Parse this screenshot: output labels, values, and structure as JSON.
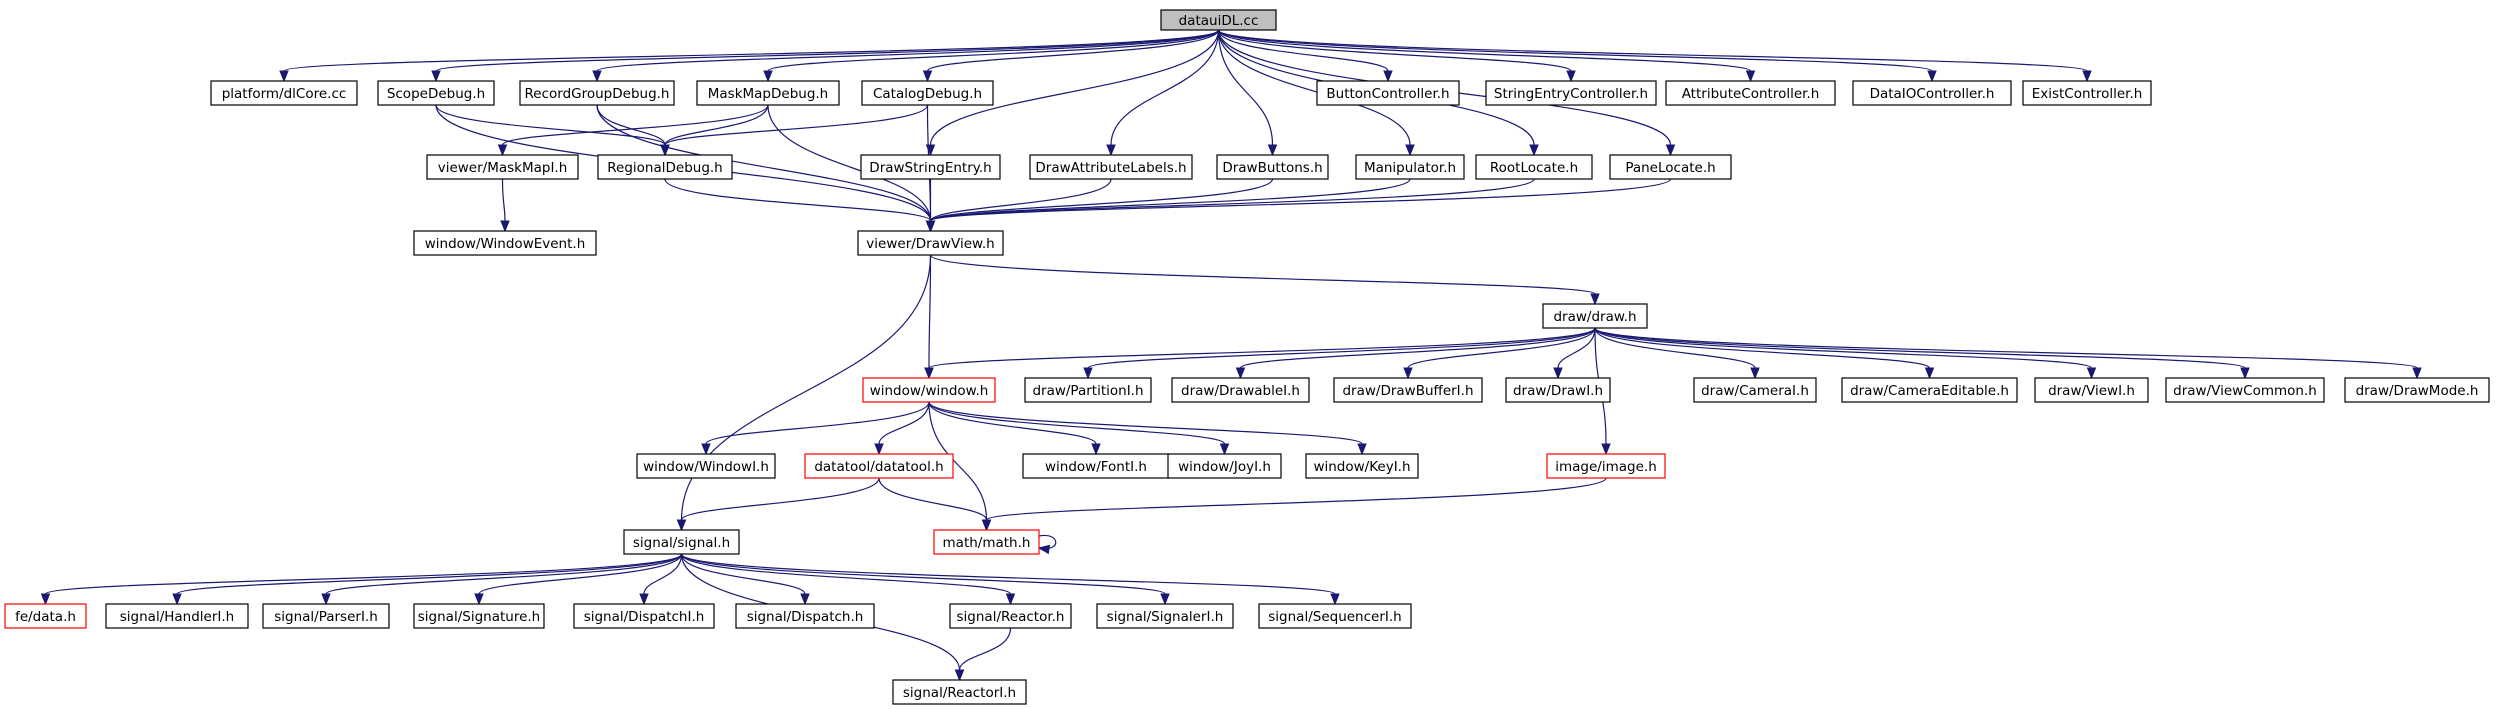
{
  "root": "datauiDL.cc",
  "colors": {
    "edge": "#191970",
    "root_fill": "#bfbfbf",
    "node_border": "#000000",
    "missing_border": "#ff0000"
  },
  "nodes": [
    {
      "id": "n0",
      "label": "datauiDL.cc",
      "kind": "root"
    },
    {
      "id": "n1",
      "label": "platform/dlCore.cc"
    },
    {
      "id": "n2",
      "label": "ScopeDebug.h"
    },
    {
      "id": "n3",
      "label": "RecordGroupDebug.h"
    },
    {
      "id": "n4",
      "label": "MaskMapDebug.h"
    },
    {
      "id": "n5",
      "label": "CatalogDebug.h"
    },
    {
      "id": "n6",
      "label": "ButtonController.h"
    },
    {
      "id": "n7",
      "label": "StringEntryController.h"
    },
    {
      "id": "n8",
      "label": "AttributeController.h"
    },
    {
      "id": "n9",
      "label": "DataIOController.h"
    },
    {
      "id": "n10",
      "label": "ExistController.h"
    },
    {
      "id": "n11",
      "label": "viewer/MaskMapI.h"
    },
    {
      "id": "n12",
      "label": "RegionalDebug.h"
    },
    {
      "id": "n13",
      "label": "DrawStringEntry.h"
    },
    {
      "id": "n14",
      "label": "DrawAttributeLabels.h"
    },
    {
      "id": "n15",
      "label": "DrawButtons.h"
    },
    {
      "id": "n16",
      "label": "Manipulator.h"
    },
    {
      "id": "n17",
      "label": "RootLocate.h"
    },
    {
      "id": "n18",
      "label": "PaneLocate.h"
    },
    {
      "id": "n19",
      "label": "window/WindowEvent.h"
    },
    {
      "id": "n20",
      "label": "viewer/DrawView.h"
    },
    {
      "id": "n21",
      "label": "draw/draw.h"
    },
    {
      "id": "n22",
      "label": "window/window.h",
      "kind": "missing"
    },
    {
      "id": "n23",
      "label": "draw/PartitionI.h"
    },
    {
      "id": "n24",
      "label": "draw/DrawableI.h"
    },
    {
      "id": "n25",
      "label": "draw/DrawBufferI.h"
    },
    {
      "id": "n26",
      "label": "draw/DrawI.h"
    },
    {
      "id": "n27",
      "label": "draw/CameraI.h"
    },
    {
      "id": "n28",
      "label": "draw/CameraEditable.h"
    },
    {
      "id": "n29",
      "label": "draw/ViewI.h"
    },
    {
      "id": "n30",
      "label": "draw/ViewCommon.h"
    },
    {
      "id": "n31",
      "label": "draw/DrawMode.h"
    },
    {
      "id": "n32",
      "label": "window/WindowI.h"
    },
    {
      "id": "n33",
      "label": "datatool/datatool.h",
      "kind": "missing"
    },
    {
      "id": "n34",
      "label": "window/FontI.h"
    },
    {
      "id": "n35",
      "label": "window/JoyI.h"
    },
    {
      "id": "n36",
      "label": "window/KeyI.h"
    },
    {
      "id": "n37",
      "label": "image/image.h",
      "kind": "missing"
    },
    {
      "id": "n38",
      "label": "signal/signal.h"
    },
    {
      "id": "n39",
      "label": "math/math.h",
      "kind": "missing"
    },
    {
      "id": "n40",
      "label": "fe/data.h",
      "kind": "missing"
    },
    {
      "id": "n41",
      "label": "signal/HandlerI.h"
    },
    {
      "id": "n42",
      "label": "signal/ParserI.h"
    },
    {
      "id": "n43",
      "label": "signal/Signature.h"
    },
    {
      "id": "n44",
      "label": "signal/DispatchI.h"
    },
    {
      "id": "n45",
      "label": "signal/Dispatch.h"
    },
    {
      "id": "n46",
      "label": "signal/Reactor.h"
    },
    {
      "id": "n47",
      "label": "signal/SignalerI.h"
    },
    {
      "id": "n48",
      "label": "signal/SequencerI.h"
    },
    {
      "id": "n49",
      "label": "signal/ReactorI.h"
    }
  ],
  "edges": [
    [
      "n0",
      "n1"
    ],
    [
      "n0",
      "n2"
    ],
    [
      "n0",
      "n3"
    ],
    [
      "n0",
      "n4"
    ],
    [
      "n0",
      "n5"
    ],
    [
      "n0",
      "n6"
    ],
    [
      "n0",
      "n7"
    ],
    [
      "n0",
      "n8"
    ],
    [
      "n0",
      "n9"
    ],
    [
      "n0",
      "n10"
    ],
    [
      "n0",
      "n13"
    ],
    [
      "n0",
      "n14"
    ],
    [
      "n0",
      "n15"
    ],
    [
      "n0",
      "n16"
    ],
    [
      "n0",
      "n17"
    ],
    [
      "n0",
      "n18"
    ],
    [
      "n2",
      "n12"
    ],
    [
      "n2",
      "n20"
    ],
    [
      "n3",
      "n12"
    ],
    [
      "n3",
      "n20"
    ],
    [
      "n4",
      "n11"
    ],
    [
      "n4",
      "n12"
    ],
    [
      "n4",
      "n20"
    ],
    [
      "n5",
      "n12"
    ],
    [
      "n5",
      "n20"
    ],
    [
      "n11",
      "n19"
    ],
    [
      "n12",
      "n20"
    ],
    [
      "n13",
      "n20"
    ],
    [
      "n14",
      "n20"
    ],
    [
      "n15",
      "n20"
    ],
    [
      "n16",
      "n20"
    ],
    [
      "n17",
      "n20"
    ],
    [
      "n18",
      "n20"
    ],
    [
      "n20",
      "n21"
    ],
    [
      "n20",
      "n22"
    ],
    [
      "n20",
      "n38"
    ],
    [
      "n21",
      "n22"
    ],
    [
      "n21",
      "n23"
    ],
    [
      "n21",
      "n24"
    ],
    [
      "n21",
      "n25"
    ],
    [
      "n21",
      "n26"
    ],
    [
      "n21",
      "n27"
    ],
    [
      "n21",
      "n28"
    ],
    [
      "n21",
      "n29"
    ],
    [
      "n21",
      "n30"
    ],
    [
      "n21",
      "n31"
    ],
    [
      "n21",
      "n37"
    ],
    [
      "n22",
      "n32"
    ],
    [
      "n22",
      "n33"
    ],
    [
      "n22",
      "n34"
    ],
    [
      "n22",
      "n35"
    ],
    [
      "n22",
      "n36"
    ],
    [
      "n22",
      "n39"
    ],
    [
      "n33",
      "n38"
    ],
    [
      "n33",
      "n39"
    ],
    [
      "n37",
      "n39"
    ],
    [
      "n39",
      "n39"
    ],
    [
      "n38",
      "n40"
    ],
    [
      "n38",
      "n41"
    ],
    [
      "n38",
      "n42"
    ],
    [
      "n38",
      "n43"
    ],
    [
      "n38",
      "n44"
    ],
    [
      "n38",
      "n45"
    ],
    [
      "n38",
      "n46"
    ],
    [
      "n38",
      "n47"
    ],
    [
      "n38",
      "n48"
    ],
    [
      "n38",
      "n49"
    ],
    [
      "n46",
      "n49"
    ]
  ]
}
